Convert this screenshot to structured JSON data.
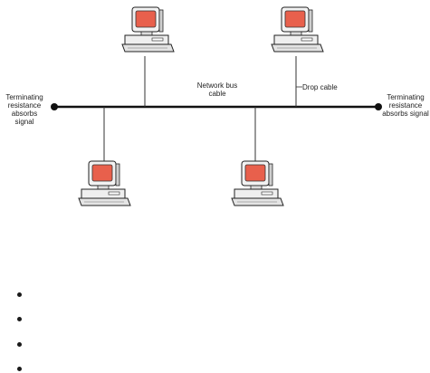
{
  "labels": {
    "terminator_left": "Terminating resistance absorbs signal",
    "terminator_right": "Terminating resistance absorbs signal",
    "bus_cable": "Network bus cable",
    "drop_cable": "Drop cable"
  },
  "computers": [
    {
      "name": "computer-top-left",
      "screen_color": "#e8604c"
    },
    {
      "name": "computer-top-right",
      "screen_color": "#e8604c"
    },
    {
      "name": "computer-bottom-left",
      "screen_color": "#e8604c"
    },
    {
      "name": "computer-bottom-right",
      "screen_color": "#e8604c"
    }
  ],
  "colors": {
    "cable": "#111111",
    "terminator": "#111111",
    "case": "#eeeeee",
    "outline": "#222222"
  },
  "bullets": [
    "",
    "",
    "",
    ""
  ]
}
